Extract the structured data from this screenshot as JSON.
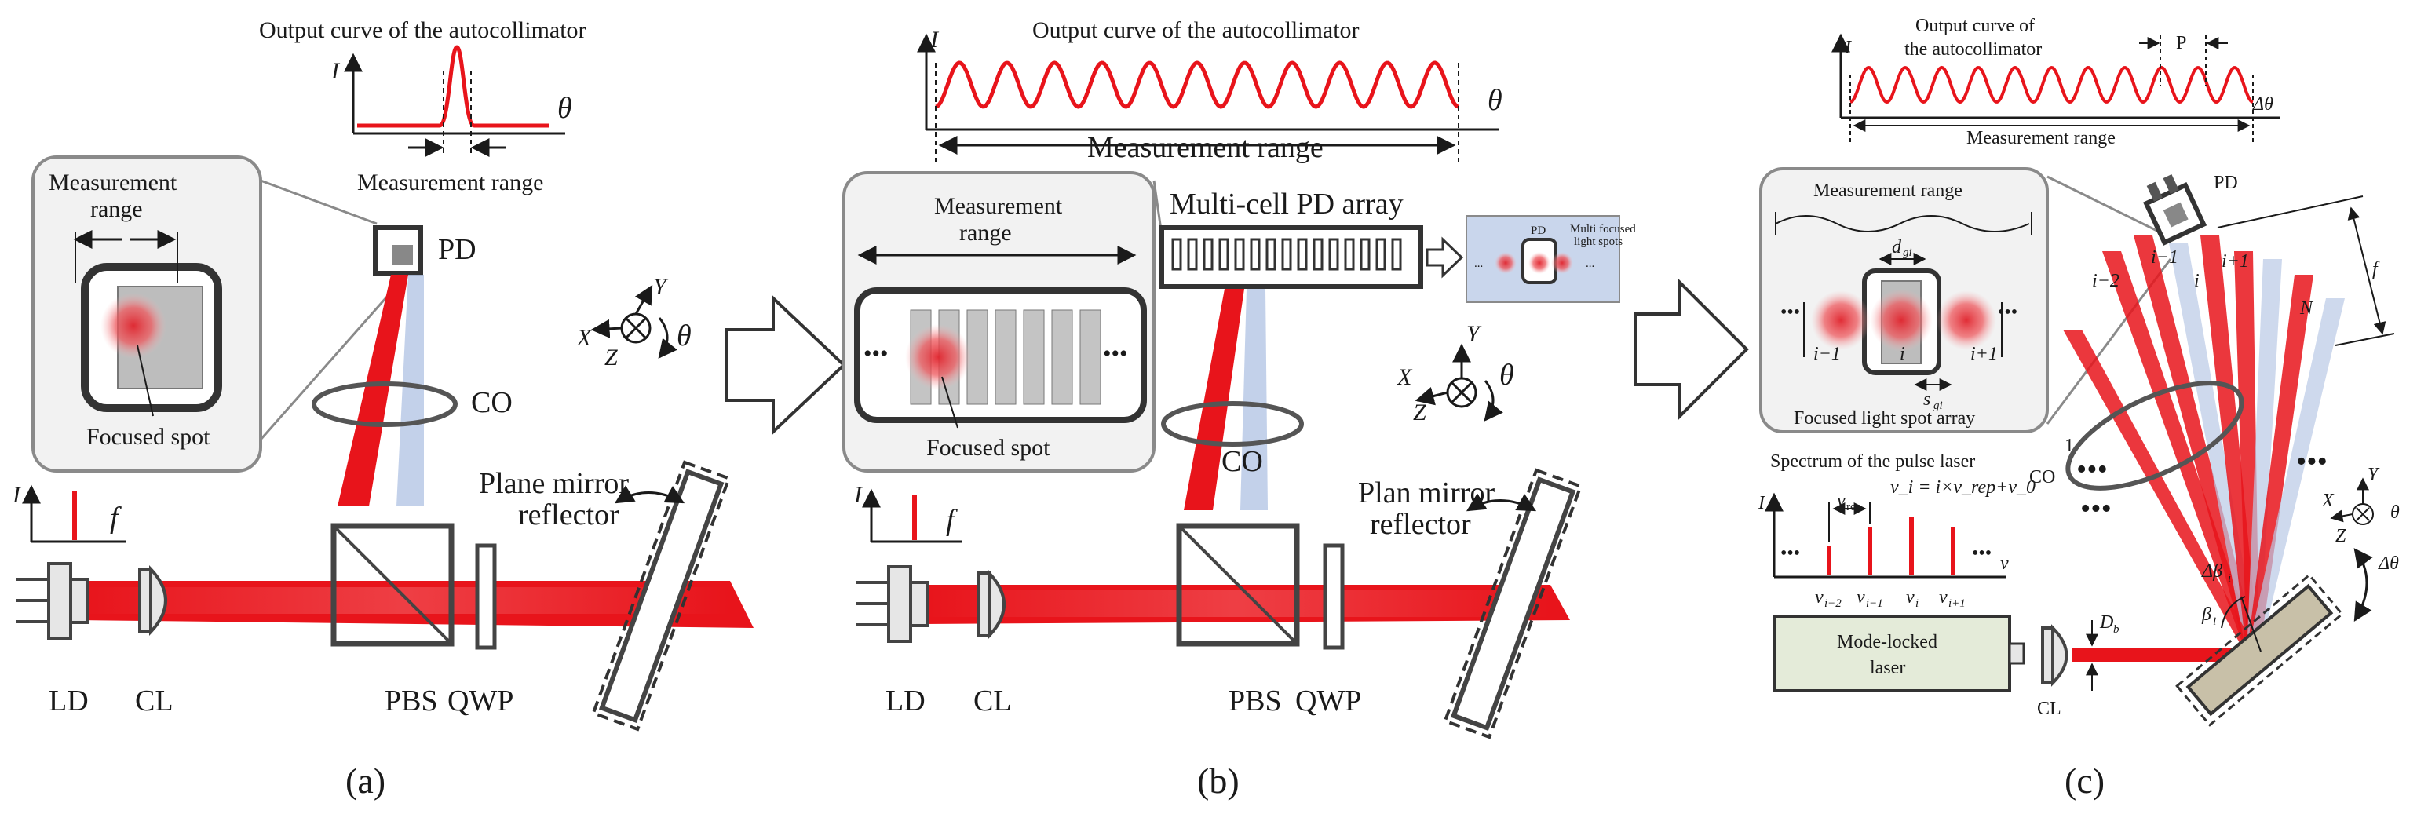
{
  "panel_a": {
    "curve_title": "Output curve of the autocollimator",
    "y_axis": "I",
    "x_axis": "θ",
    "range_label": "Measurement range",
    "inset_range": "Measurement\nrange",
    "inset_range_l1": "Measurement",
    "inset_range_l2": "range",
    "focused_spot": "Focused spot",
    "pd": "PD",
    "co": "CO",
    "mirror_l1": "Plane mirror",
    "mirror_l2": "reflector",
    "spec_y": "I",
    "spec_x": "f",
    "ld": "LD",
    "cl": "CL",
    "pbs": "PBS",
    "qwp": "QWP",
    "caption": "(a)"
  },
  "panel_b": {
    "curve_title": "Output curve of the autocollimator",
    "y_axis": "I",
    "x_axis": "θ",
    "range_label": "Measurement range",
    "inset_range_l1": "Measurement",
    "inset_range_l2": "range",
    "focused_spot": "Focused spot",
    "pd_array": "Multi-cell PD array",
    "mini_pd": "PD",
    "mini_spots_l1": "Multi focused",
    "mini_spots_l2": "light spots",
    "mini_dots": "...",
    "co": "CO",
    "mirror_l1": "Plan mirror",
    "mirror_l2": "reflector",
    "spec_y": "I",
    "spec_x": "f",
    "ld": "LD",
    "cl": "CL",
    "pbs": "PBS",
    "qwp": "QWP",
    "caption": "(b)"
  },
  "panel_c": {
    "curve_title_l1": "Output curve of",
    "curve_title_l2": "the autocollimator",
    "period": "P",
    "y_axis": "I",
    "x_axis": "Δθ",
    "range_label": "Measurement range",
    "inset_range": "Measurement range",
    "d_gi": "d",
    "d_gi_sub": "gi",
    "s_gi": "s",
    "s_gi_sub": "gi",
    "i_minus": "i−1",
    "i_center": "i",
    "i_plus": "i+1",
    "dots": "•••",
    "spot_array": "Focused light spot array",
    "spectrum_title": "Spectrum of the pulse laser",
    "spec_y": "I",
    "spec_x": "ν",
    "v_rep": "ν",
    "v_rep_sub": "rep",
    "formula": "ν_i = i×ν_rep+ν_0",
    "nu_im2": "ν",
    "nu_im2_sub": "i−2",
    "nu_im1": "ν",
    "nu_im1_sub": "i−1",
    "nu_i": "ν",
    "nu_i_sub": "i",
    "nu_ip1": "ν",
    "nu_ip1_sub": "i+1",
    "laser_l1": "Mode-locked",
    "laser_l2": "laser",
    "cl": "CL",
    "pd": "PD",
    "co": "CO",
    "f": "f",
    "n": "N",
    "one": "1",
    "beam_im2": "i−2",
    "beam_im1": "i−1",
    "beam_i": "i",
    "beam_ip1": "i+1",
    "d_b": "D",
    "d_b_sub": "b",
    "beta_i": "β",
    "beta_i_sub": "i",
    "dbeta": "Δβ",
    "dbeta_sub": "i",
    "delta_theta": "Δθ",
    "theta": "θ",
    "caption": "(c)"
  },
  "axes": {
    "x": "X",
    "y": "Y",
    "z": "Z",
    "theta": "θ"
  },
  "colors": {
    "beam_red": "#e8141b",
    "beam_blue": "#b9c9e6",
    "frame_gray": "#3a3a3a",
    "inset_bg": "#f2f2f2",
    "laser_box": "#e4ebd9"
  }
}
